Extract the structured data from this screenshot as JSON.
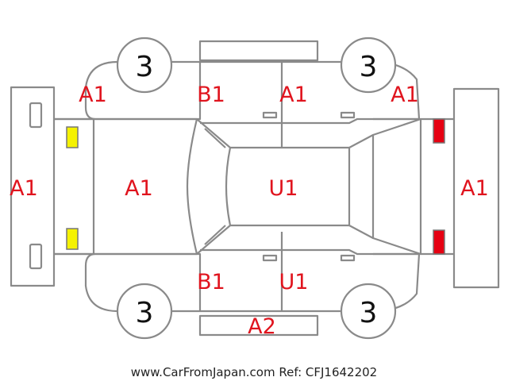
{
  "diagram": {
    "labels": {
      "front_bumper": "A1",
      "hood": "A1",
      "roof": "U1",
      "rear_bumper": "A1",
      "left_front_fender": "A1",
      "left_front_door": "B1",
      "left_rear_door": "A1",
      "left_quarter": "A1",
      "right_front_door": "B1",
      "right_rear_door": "U1",
      "right_sill": "A2"
    },
    "tire_label": "3",
    "lamps": {
      "front_color": "#f5f200",
      "rear_color": "#e60012"
    },
    "accent_color": "#e0141e",
    "outline_color": "#8a8a8a"
  },
  "footer": {
    "credit": "www.CarFromJapan.com Ref: CFJ1642202"
  }
}
